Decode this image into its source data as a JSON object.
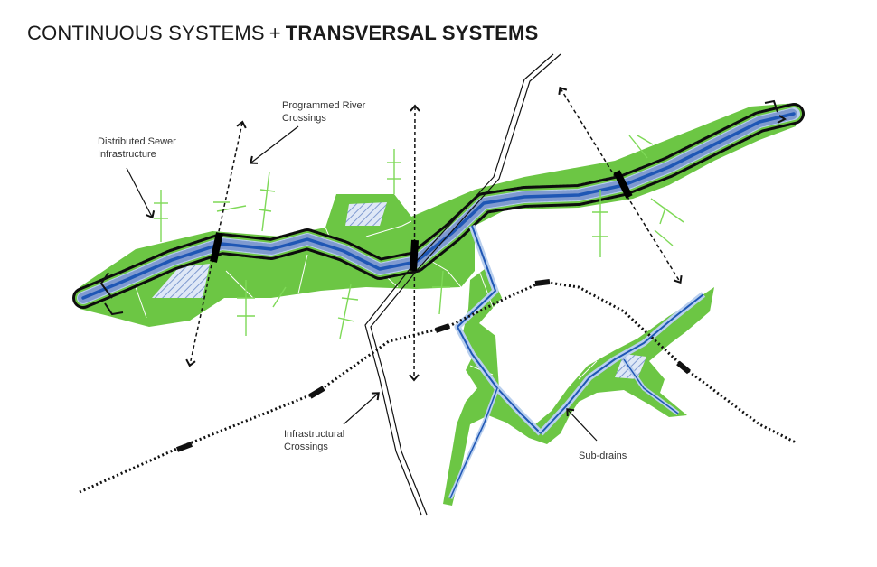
{
  "title": {
    "part1": "CONTINUOUS SYSTEMS",
    "plus": "+",
    "part2": "TRANSVERSAL SYSTEMS"
  },
  "labels": {
    "programmed_crossings": [
      "Programmed River",
      "Crossings"
    ],
    "sewer": [
      "Distributed Sewer",
      "Infrastructure"
    ],
    "infra_crossings": [
      "Infrastructural",
      "Crossings"
    ],
    "subdrains": [
      "Sub-drains"
    ]
  },
  "colors": {
    "green": "#6cc644",
    "river": "#1f57b5",
    "river_light": "#a9c4ea",
    "hatch": "#8fa8d6",
    "line": "#111111"
  }
}
